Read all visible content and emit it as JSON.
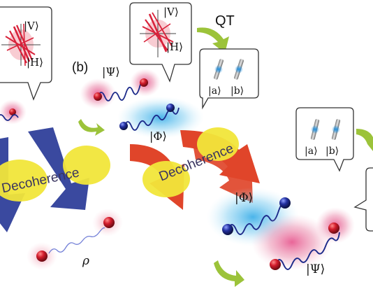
{
  "labels": {
    "panel_b": "(b)",
    "qt": "QT",
    "ket_V": "|V⟩",
    "ket_H": "|H⟩",
    "ket_a": "|a⟩",
    "ket_b": "|b⟩",
    "ket_Psi": "|Ψ⟩",
    "ket_Phi": "|Φ⟩",
    "rho": "ρ",
    "decoherence_left": "Decoherence",
    "decoherence_right": "Decoherence"
  },
  "colors": {
    "blue_arrow": "#2f3f9a",
    "red_arrow": "#e0452a",
    "yellow_band": "#f1e63a",
    "green_arrow": "#9cc33a",
    "red_particle": "#c81e2e",
    "blue_particle": "#1f2a8c",
    "pink_glow": "#e54a86",
    "cyan_glow": "#37b6ea",
    "photon_cross": "#d8223a"
  },
  "icons": {
    "bubble_polarization": "polarization-cross-icon",
    "bubble_qubits": "qubit-pair-icon",
    "curved_arrow": "curved-arrow-icon"
  }
}
